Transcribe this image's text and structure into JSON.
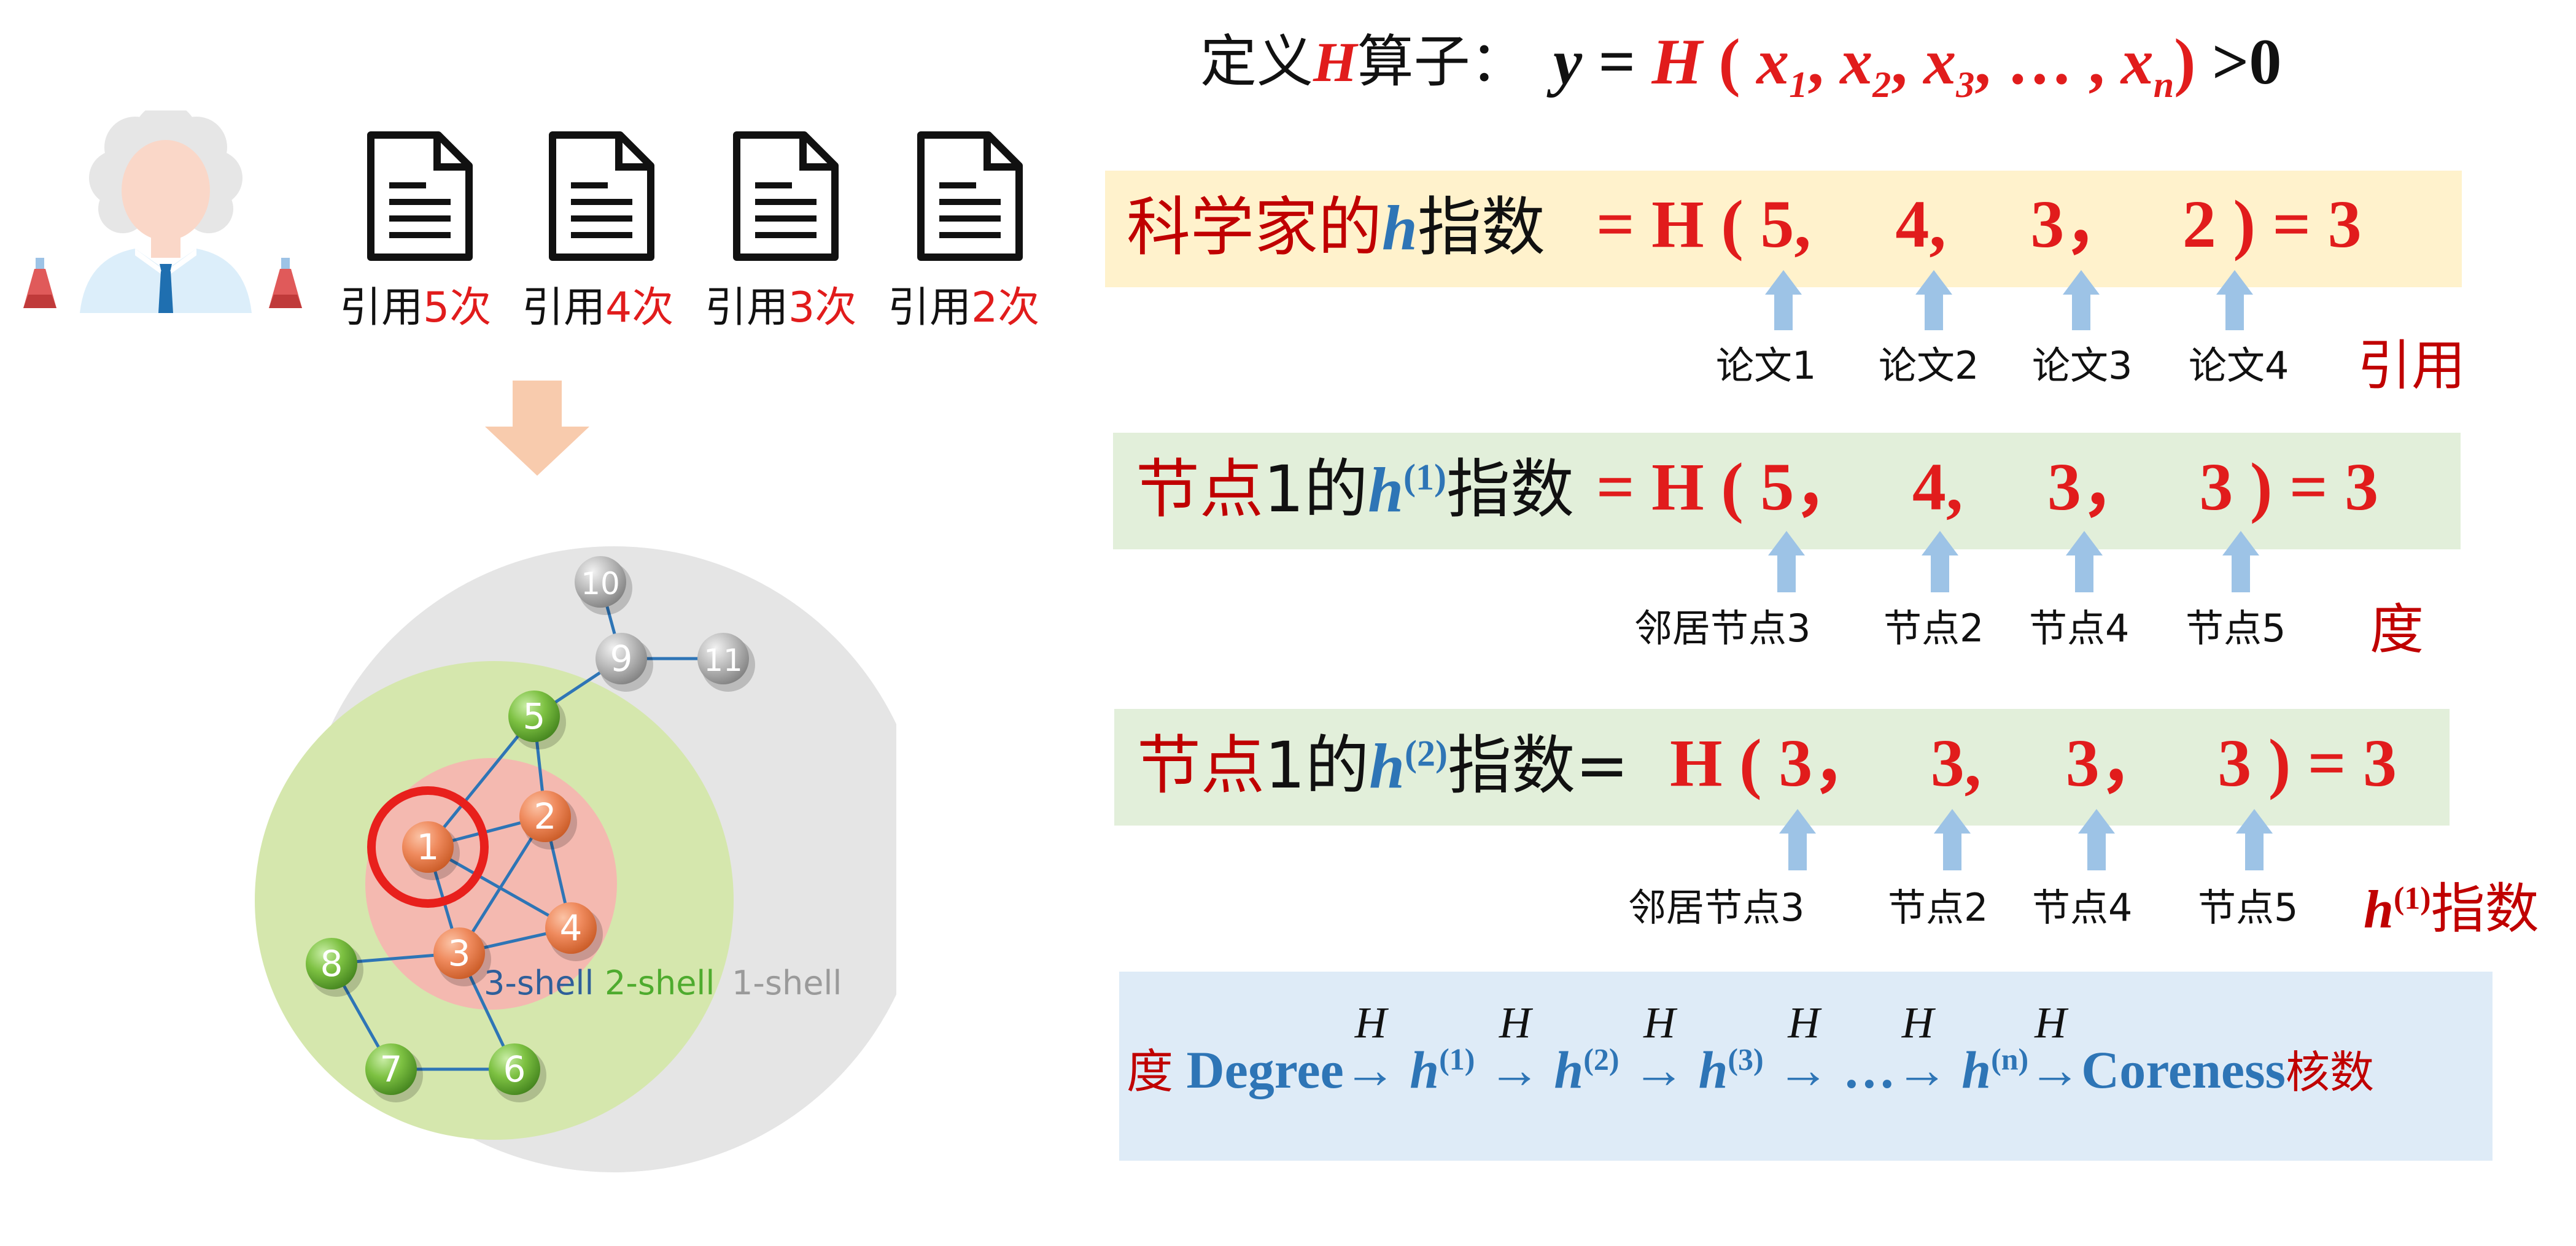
{
  "formula_def": {
    "prefix_a": "定义",
    "prefix_h": "H",
    "prefix_b": "算子：",
    "y": "y",
    "eq": "=",
    "H": "H",
    "open": "(",
    "x1": "x",
    "s1": "1",
    "c1": ",",
    "x2": "x",
    "s2": "2",
    "c2": ",",
    "x3": "x",
    "s3": "3",
    "c3": ",",
    "dots": "…",
    "c4": ",",
    "xn": "x",
    "sn": "n",
    "close": ")",
    "gt": ">0"
  },
  "docs": [
    {
      "pre": "引用",
      "num": "5",
      "post": "次"
    },
    {
      "pre": "引用",
      "num": "4",
      "post": "次"
    },
    {
      "pre": "引用",
      "num": "3",
      "post": "次"
    },
    {
      "pre": "引用",
      "num": "2",
      "post": "次"
    }
  ],
  "row1": {
    "label_a": "科学家的",
    "label_h": "h",
    "label_b": "指数",
    "formula": "= H ( 5,     4,     3，   2 ) = 3",
    "captions": [
      "论文1",
      "论文2",
      "论文3",
      "论文4"
    ],
    "side": "引用"
  },
  "row2": {
    "label_a": "节点",
    "label_1": "1",
    "label_b": "的",
    "label_h": "h",
    "label_sup": "(1)",
    "label_c": "指数",
    "formula": "= H ( 5，   4,     3，   3 ) = 3",
    "captions": [
      "邻居节点3",
      "节点2",
      "节点4",
      "节点5"
    ],
    "side": "度"
  },
  "row3": {
    "label_a": "节点",
    "label_1": "1",
    "label_b": "的",
    "label_h": "h",
    "label_sup": "(2)",
    "label_c": "指数=",
    "formula": "H ( 3，   3,     3，   3 ) = 3",
    "captions": [
      "邻居节点3",
      "节点2",
      "节点4",
      "节点5"
    ],
    "side_h": "h",
    "side_sup": "(1)",
    "side_b": "指数"
  },
  "chain": {
    "degree_cn": "度",
    "degree_en": "Degree",
    "arrow": "→",
    "H": "H",
    "h": "h",
    "sup1": "(1)",
    "sup2": "(2)",
    "sup3": "(3)",
    "supn": "(n)",
    "dots": "…",
    "coreness_en": "Coreness",
    "coreness_cn": "核数"
  },
  "network": {
    "nodes": [
      {
        "id": "1",
        "shell": 3
      },
      {
        "id": "2",
        "shell": 3
      },
      {
        "id": "3",
        "shell": 3
      },
      {
        "id": "4",
        "shell": 3
      },
      {
        "id": "5",
        "shell": 2
      },
      {
        "id": "6",
        "shell": 2
      },
      {
        "id": "7",
        "shell": 2
      },
      {
        "id": "8",
        "shell": 2
      },
      {
        "id": "9",
        "shell": 1
      },
      {
        "id": "10",
        "shell": 1
      },
      {
        "id": "11",
        "shell": 1
      }
    ],
    "edges": [
      [
        "1",
        "2"
      ],
      [
        "1",
        "3"
      ],
      [
        "1",
        "4"
      ],
      [
        "1",
        "5"
      ],
      [
        "2",
        "3"
      ],
      [
        "2",
        "4"
      ],
      [
        "2",
        "5"
      ],
      [
        "3",
        "4"
      ],
      [
        "3",
        "8"
      ],
      [
        "3",
        "6"
      ],
      [
        "5",
        "9"
      ],
      [
        "9",
        "10"
      ],
      [
        "9",
        "11"
      ],
      [
        "8",
        "7"
      ],
      [
        "7",
        "6"
      ]
    ],
    "shell_labels": [
      "3-shell",
      "2-shell",
      "1-shell"
    ],
    "colors": {
      "shell3": "#e8784d",
      "shell2": "#6fb33a",
      "shell1": "#b4b4b4",
      "edge": "#2e75b6",
      "highlight": "#e8201c"
    }
  },
  "colors": {
    "band_yellow": "#fff2cc",
    "band_green": "#e2efda",
    "band_blue": "#deebf7",
    "red": "#e11c1c",
    "dark_red": "#c00000",
    "blue": "#2e75b6",
    "arrow": "#9dc3e6",
    "big_arrow": "#f8cbad"
  }
}
